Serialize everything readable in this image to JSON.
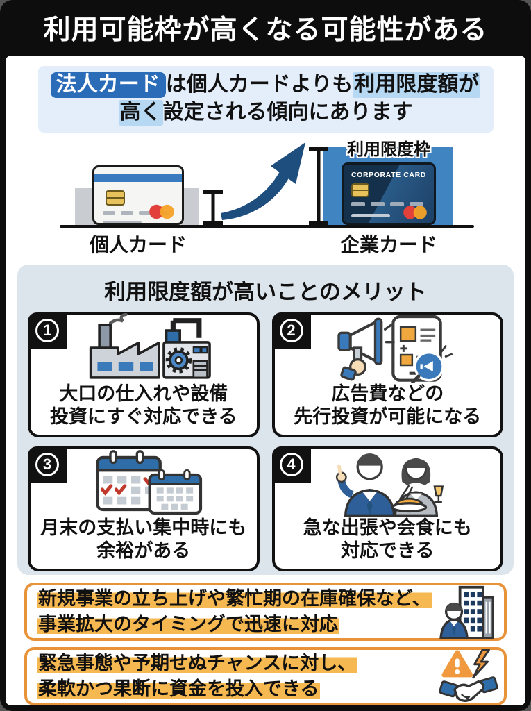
{
  "colors": {
    "frame_black": "#0d0d0d",
    "accent_blue": "#2b6cb8",
    "subtitle_bg": "#e3eefa",
    "highlight_blue": "#b7d8f2",
    "panel_bg": "#dce4ec",
    "arrow_blue": "#1d4e7e",
    "limit_bar_blue": "#4184c2",
    "limit_bar_gray": "#c9cdd2",
    "card_navy": "#1b3c5e",
    "callout_border_orange": "#e8923a",
    "marker_orange": "#f6b851"
  },
  "header": {
    "title": "利用可能枠が高くなる可能性がある"
  },
  "subtitle": {
    "pill": "法人カード",
    "mid": "は個人カードよりも",
    "highlight1": "利用限度額が",
    "highlight2": "高く",
    "rest": "設定される傾向にあります"
  },
  "comparison": {
    "limit_label": "利用限度枠",
    "personal_label": "個人カード",
    "corporate_label": "企業カード",
    "corporate_card_text": "CORPORATE CARD"
  },
  "merits": {
    "title": "利用限度額が高いことのメリット",
    "items": [
      {
        "number": "1",
        "icon": "factory-machinery-icon",
        "line1": "大口の仕入れや設備",
        "line2": "投資にすぐ対応できる"
      },
      {
        "number": "2",
        "icon": "megaphone-smartphone-ad-icon",
        "line1": "広告費などの",
        "line2": "先行投資が可能になる"
      },
      {
        "number": "3",
        "icon": "calendars-checkmarks-icon",
        "line1": "月末の支払い集中時にも",
        "line2": "余裕がある"
      },
      {
        "number": "4",
        "icon": "businessman-dinner-icon",
        "line1": "急な出張や会食にも",
        "line2": "対応できる"
      }
    ]
  },
  "callouts": [
    {
      "icon": "businessman-office-building-icon",
      "line1": "新規事業の立ち上げや繁忙期の在庫確保など、",
      "line2": "事業拡大のタイミングで迅速に対応"
    },
    {
      "icon": "alert-lightning-handshake-icon",
      "line1": "緊急事態や予期せぬチャンスに対し、",
      "line2": "柔軟かつ果断に資金を投入できる"
    }
  ]
}
